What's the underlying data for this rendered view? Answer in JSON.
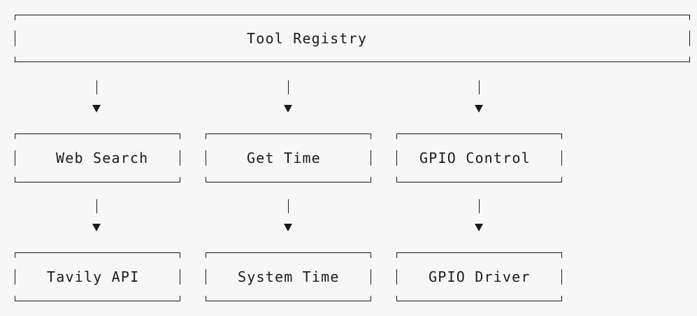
{
  "registry": {
    "label": "Tool Registry"
  },
  "tools": [
    {
      "label": "Web Search"
    },
    {
      "label": "Get Time"
    },
    {
      "label": "GPIO Control"
    }
  ],
  "backends": [
    {
      "label": "Tavily API"
    },
    {
      "label": "System Time"
    },
    {
      "label": "GPIO Driver"
    }
  ]
}
